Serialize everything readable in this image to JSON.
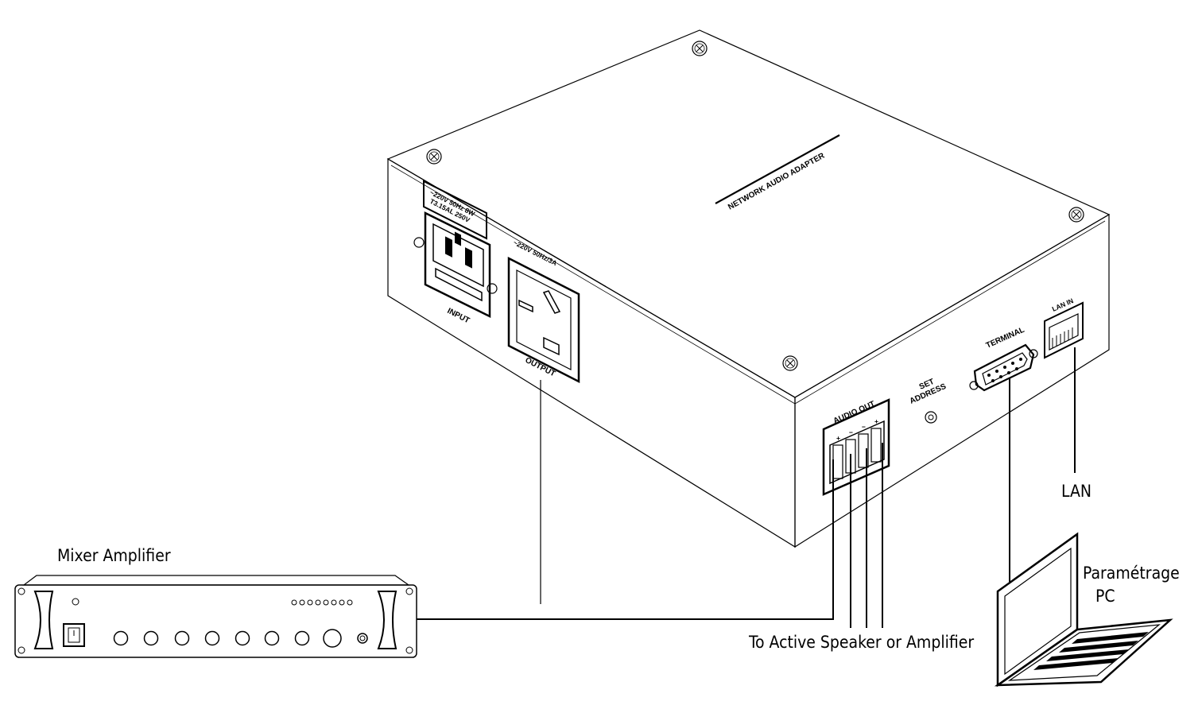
{
  "labels": {
    "mixer_amplifier": "Mixer Amplifier",
    "to_speaker": "To Active Speaker or Amplifier",
    "lan": "LAN",
    "pc_line1": "Paramétrage",
    "pc_line2": "PC"
  },
  "device": {
    "brand_label": "NETWORK AUDIO ADAPTER",
    "input_rating_line1": "~220V  50Hz  8W",
    "input_rating_line2": "T3.15AL  250V",
    "input_label": "INPUT",
    "output_rating": "~220V  50Hz/3A",
    "output_label": "OUTPUT",
    "audio_out_label": "AUDIO  OUT",
    "audio_polarity": [
      "+",
      "−",
      "−",
      "+"
    ],
    "set_address_line1": "SET",
    "set_address_line2": "ADDRESS",
    "terminal_label": "TERMINAL",
    "lan_in_label": "LAN IN"
  }
}
